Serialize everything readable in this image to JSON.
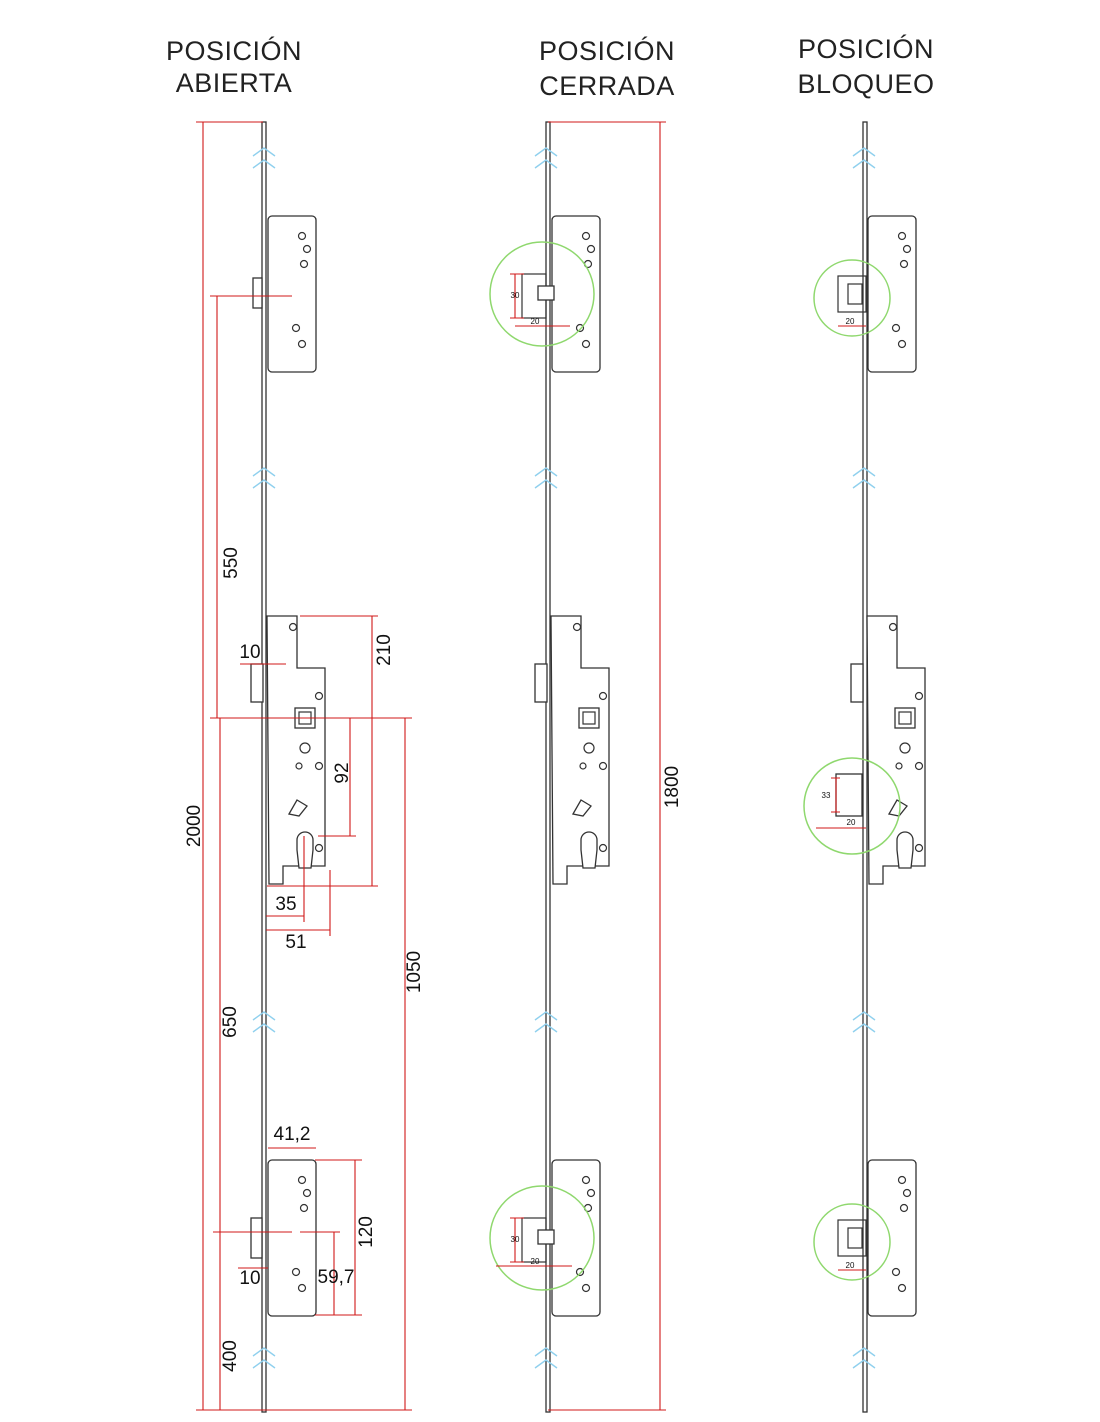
{
  "titles": {
    "open": {
      "line1": "POSICIÓN",
      "line2": "ABIERTA"
    },
    "closed": {
      "line1": "POSICIÓN",
      "line2": "CERRADA"
    },
    "locked": {
      "line1": "POSICIÓN",
      "line2": "BLOQUEO"
    }
  },
  "dimensions": {
    "total_height": "2000",
    "upper_spacing": "550",
    "lower_spacing": "650",
    "bottom_offset": "400",
    "handle_height": "1050",
    "latch_offset": "10",
    "case_top": "210",
    "spindle_to_cylinder": "92",
    "backset": "35",
    "case_depth": "51",
    "hook_width": "41,2",
    "hook_case_height": "120",
    "hook_offset": "59,7",
    "hook_latch": "10",
    "closed_length": "1800"
  },
  "details": {
    "closed_top_h": "30",
    "closed_top_w": "20",
    "closed_bottom_h": "30",
    "closed_bottom_w": "20",
    "locked_top_w": "20",
    "locked_mid_h": "33",
    "locked_mid_w": "20",
    "locked_bottom_w": "20"
  },
  "colors": {
    "dimension": "#d01818",
    "highlight": "#8fd86e",
    "break_mark": "#8fd0ee",
    "outline": "#333333"
  }
}
